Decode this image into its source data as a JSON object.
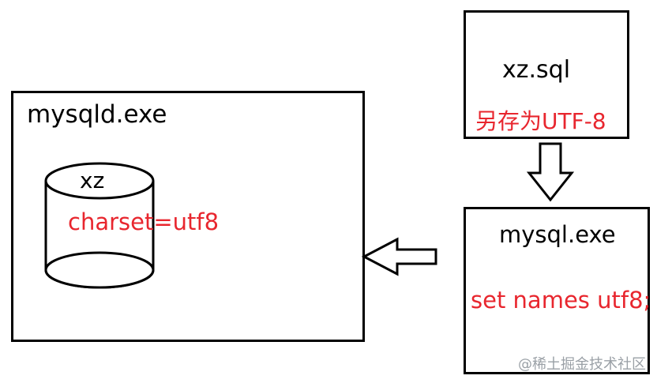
{
  "diagram": {
    "server": {
      "title": "mysqld.exe",
      "database": {
        "name": "xz",
        "charset": "charset=utf8"
      }
    },
    "source_file": {
      "name": "xz.sql",
      "note": "另存为UTF-8"
    },
    "client": {
      "title": "mysql.exe",
      "command": "set names utf8;"
    },
    "watermark": "@稀土掘金技术社区",
    "colors": {
      "text": "#000000",
      "highlight": "#e8262e",
      "watermark": "#9aa0a6"
    }
  }
}
